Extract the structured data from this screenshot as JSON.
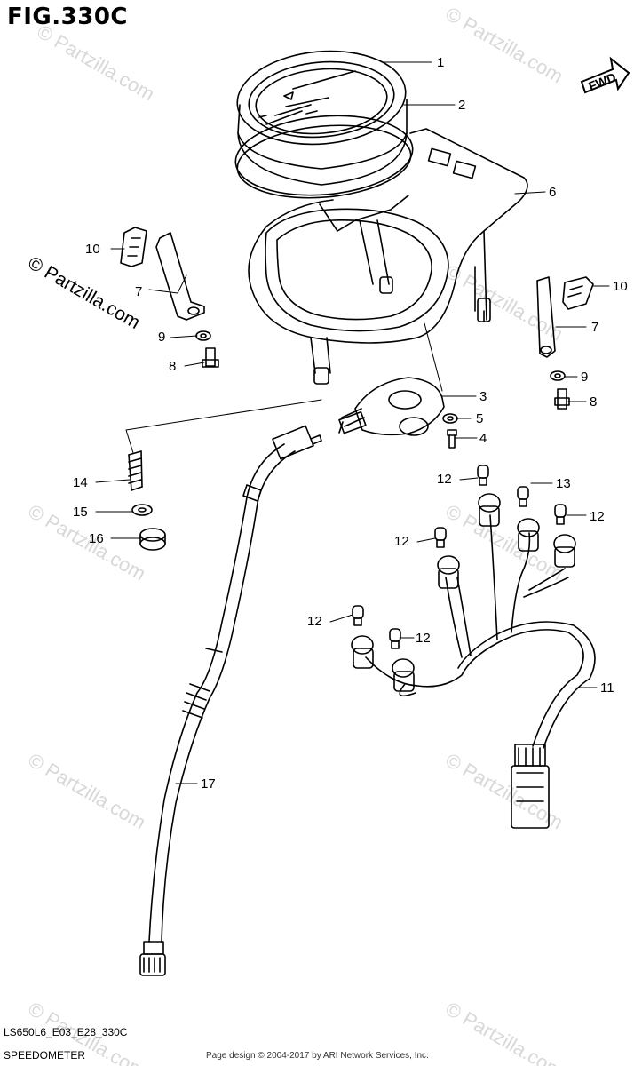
{
  "figure": {
    "title": "FIG.330C",
    "fwd_label": "FWD",
    "diagram_code": "LS650L6_E03_E28_330C",
    "section_name": "SPEEDOMETER",
    "copyright": "Page design © 2004-2017 by ARI Network Services, Inc.",
    "watermark": "© Partzilla.com"
  },
  "callouts": {
    "c1": "1",
    "c2": "2",
    "c3": "3",
    "c4": "4",
    "c5": "5",
    "c6": "6",
    "c7a": "7",
    "c7b": "7",
    "c8a": "8",
    "c8b": "8",
    "c9a": "9",
    "c9b": "9",
    "c10a": "10",
    "c10b": "10",
    "c11": "11",
    "c12a": "12",
    "c12b": "12",
    "c12c": "12",
    "c12d": "12",
    "c12e": "12",
    "c13": "13",
    "c14": "14",
    "c15": "15",
    "c16": "16",
    "c17": "17"
  },
  "colors": {
    "line": "#000000",
    "watermark": "#d8d8d8"
  }
}
